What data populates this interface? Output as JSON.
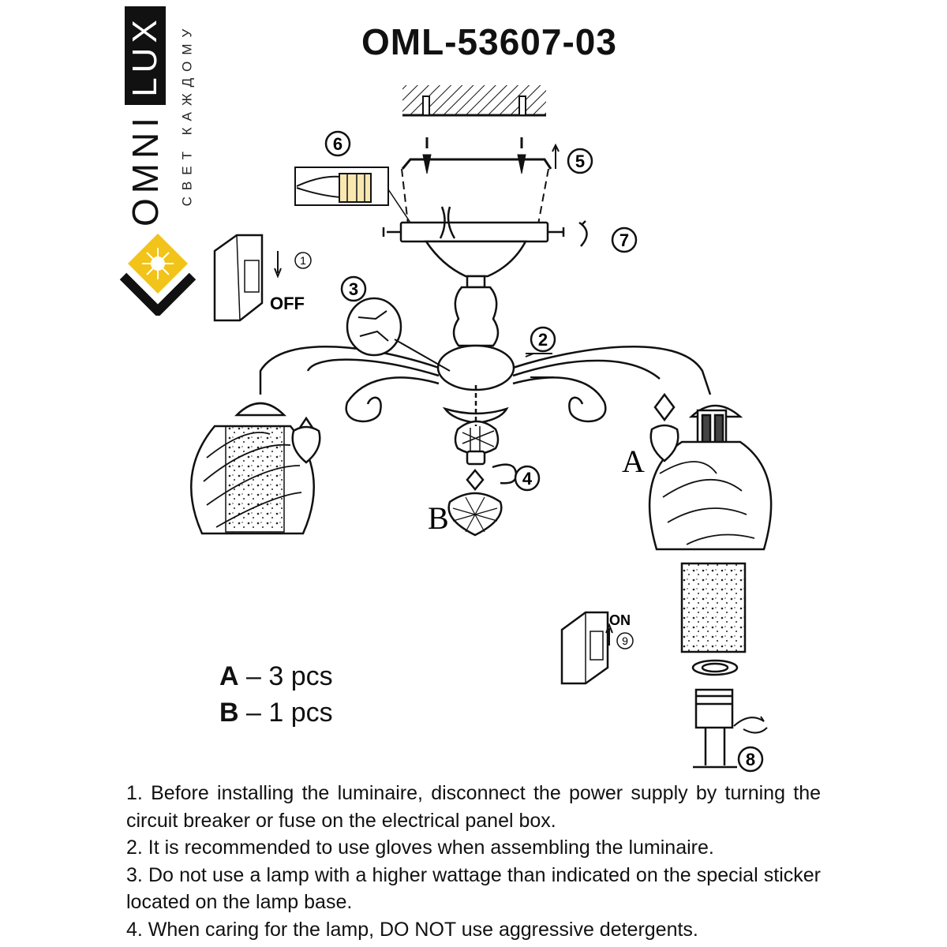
{
  "brand": {
    "name_part1": "OMNI",
    "name_part2": "LUX",
    "tagline": "СВЕТ КАЖДОМУ",
    "accent_color": "#f2c318",
    "logo_icon": "sun-diamond-logo"
  },
  "title": "OML-53607-03",
  "steps": {
    "s1": "1",
    "s2": "2",
    "s3": "3",
    "s4": "4",
    "s5": "5",
    "s6": "6",
    "s7": "7",
    "s8": "8",
    "s9": "9"
  },
  "switch_labels": {
    "off": "OFF",
    "on": "ON"
  },
  "part_labels": {
    "a": "A",
    "b": "B"
  },
  "parts_list": [
    {
      "letter": "A",
      "text": "– 3 pcs"
    },
    {
      "letter": "B",
      "text": "– 1 pcs"
    }
  ],
  "instructions": [
    "1. Before installing the luminaire, disconnect the power supply by turning the circuit breaker or fuse on the electrical panel box.",
    "2. It is recommended to use gloves when assembling the luminaire.",
    "3. Do not use a lamp with a higher wattage than indicated on the special sticker located on the lamp base.",
    "4. When caring for the lamp, DO NOT use aggressive detergents."
  ]
}
